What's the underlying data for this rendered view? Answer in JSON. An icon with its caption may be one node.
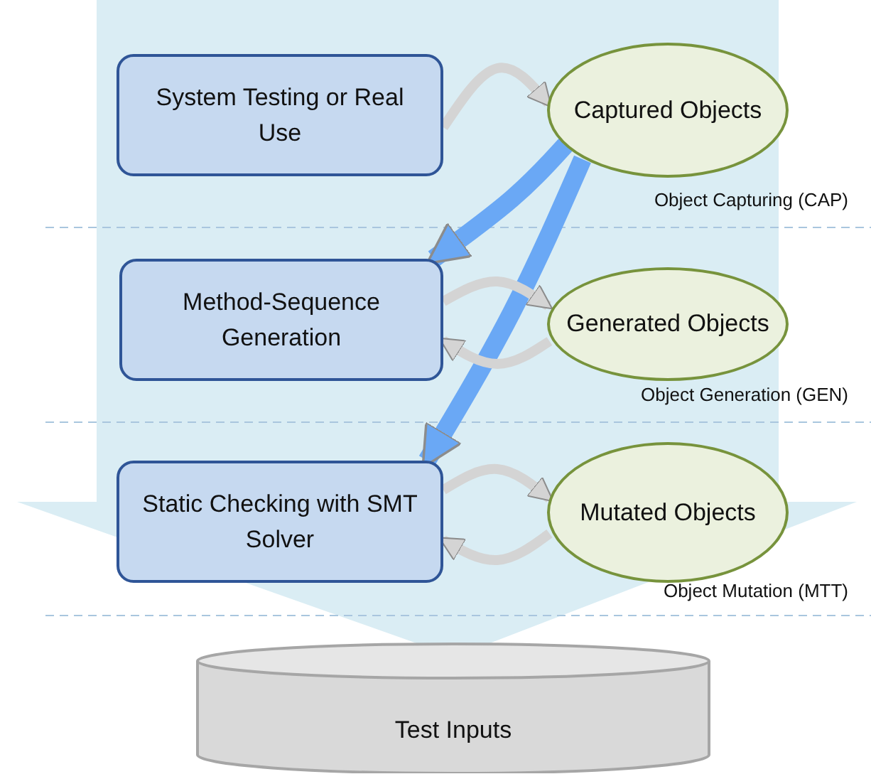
{
  "diagram": {
    "nodes": [
      {
        "text": [
          "System Testing or Real Use"
        ]
      },
      {
        "text": [
          "Captured Objects"
        ]
      },
      {
        "text": [
          "Method-Sequence Generation"
        ]
      },
      {
        "text": [
          "Generated Objects"
        ]
      },
      {
        "text": [
          "Static Checking with SMT Solver"
        ]
      },
      {
        "text": [
          "Mutated Objects"
        ]
      },
      {
        "text": [
          "Test Inputs"
        ]
      }
    ],
    "edges": [
      {
        "from": 0,
        "to": 1,
        "arrow": "to"
      },
      {
        "from": 1,
        "to": 2,
        "arrow": "to",
        "style": "thick",
        "color": "#6aa8f5"
      },
      {
        "from": 1,
        "to": 4,
        "arrow": "to",
        "style": "thick",
        "color": "#6aa8f5"
      },
      {
        "from": 2,
        "to": 3,
        "arrow": "to"
      },
      {
        "from": 3,
        "to": 2,
        "arrow": "to"
      },
      {
        "from": 4,
        "to": 5,
        "arrow": "to"
      },
      {
        "from": 5,
        "to": 4,
        "arrow": "to"
      }
    ],
    "labels": [
      "Object Capturing (CAP)",
      "Object Generation (GEN)",
      "Object Mutation (MTT)"
    ]
  }
}
